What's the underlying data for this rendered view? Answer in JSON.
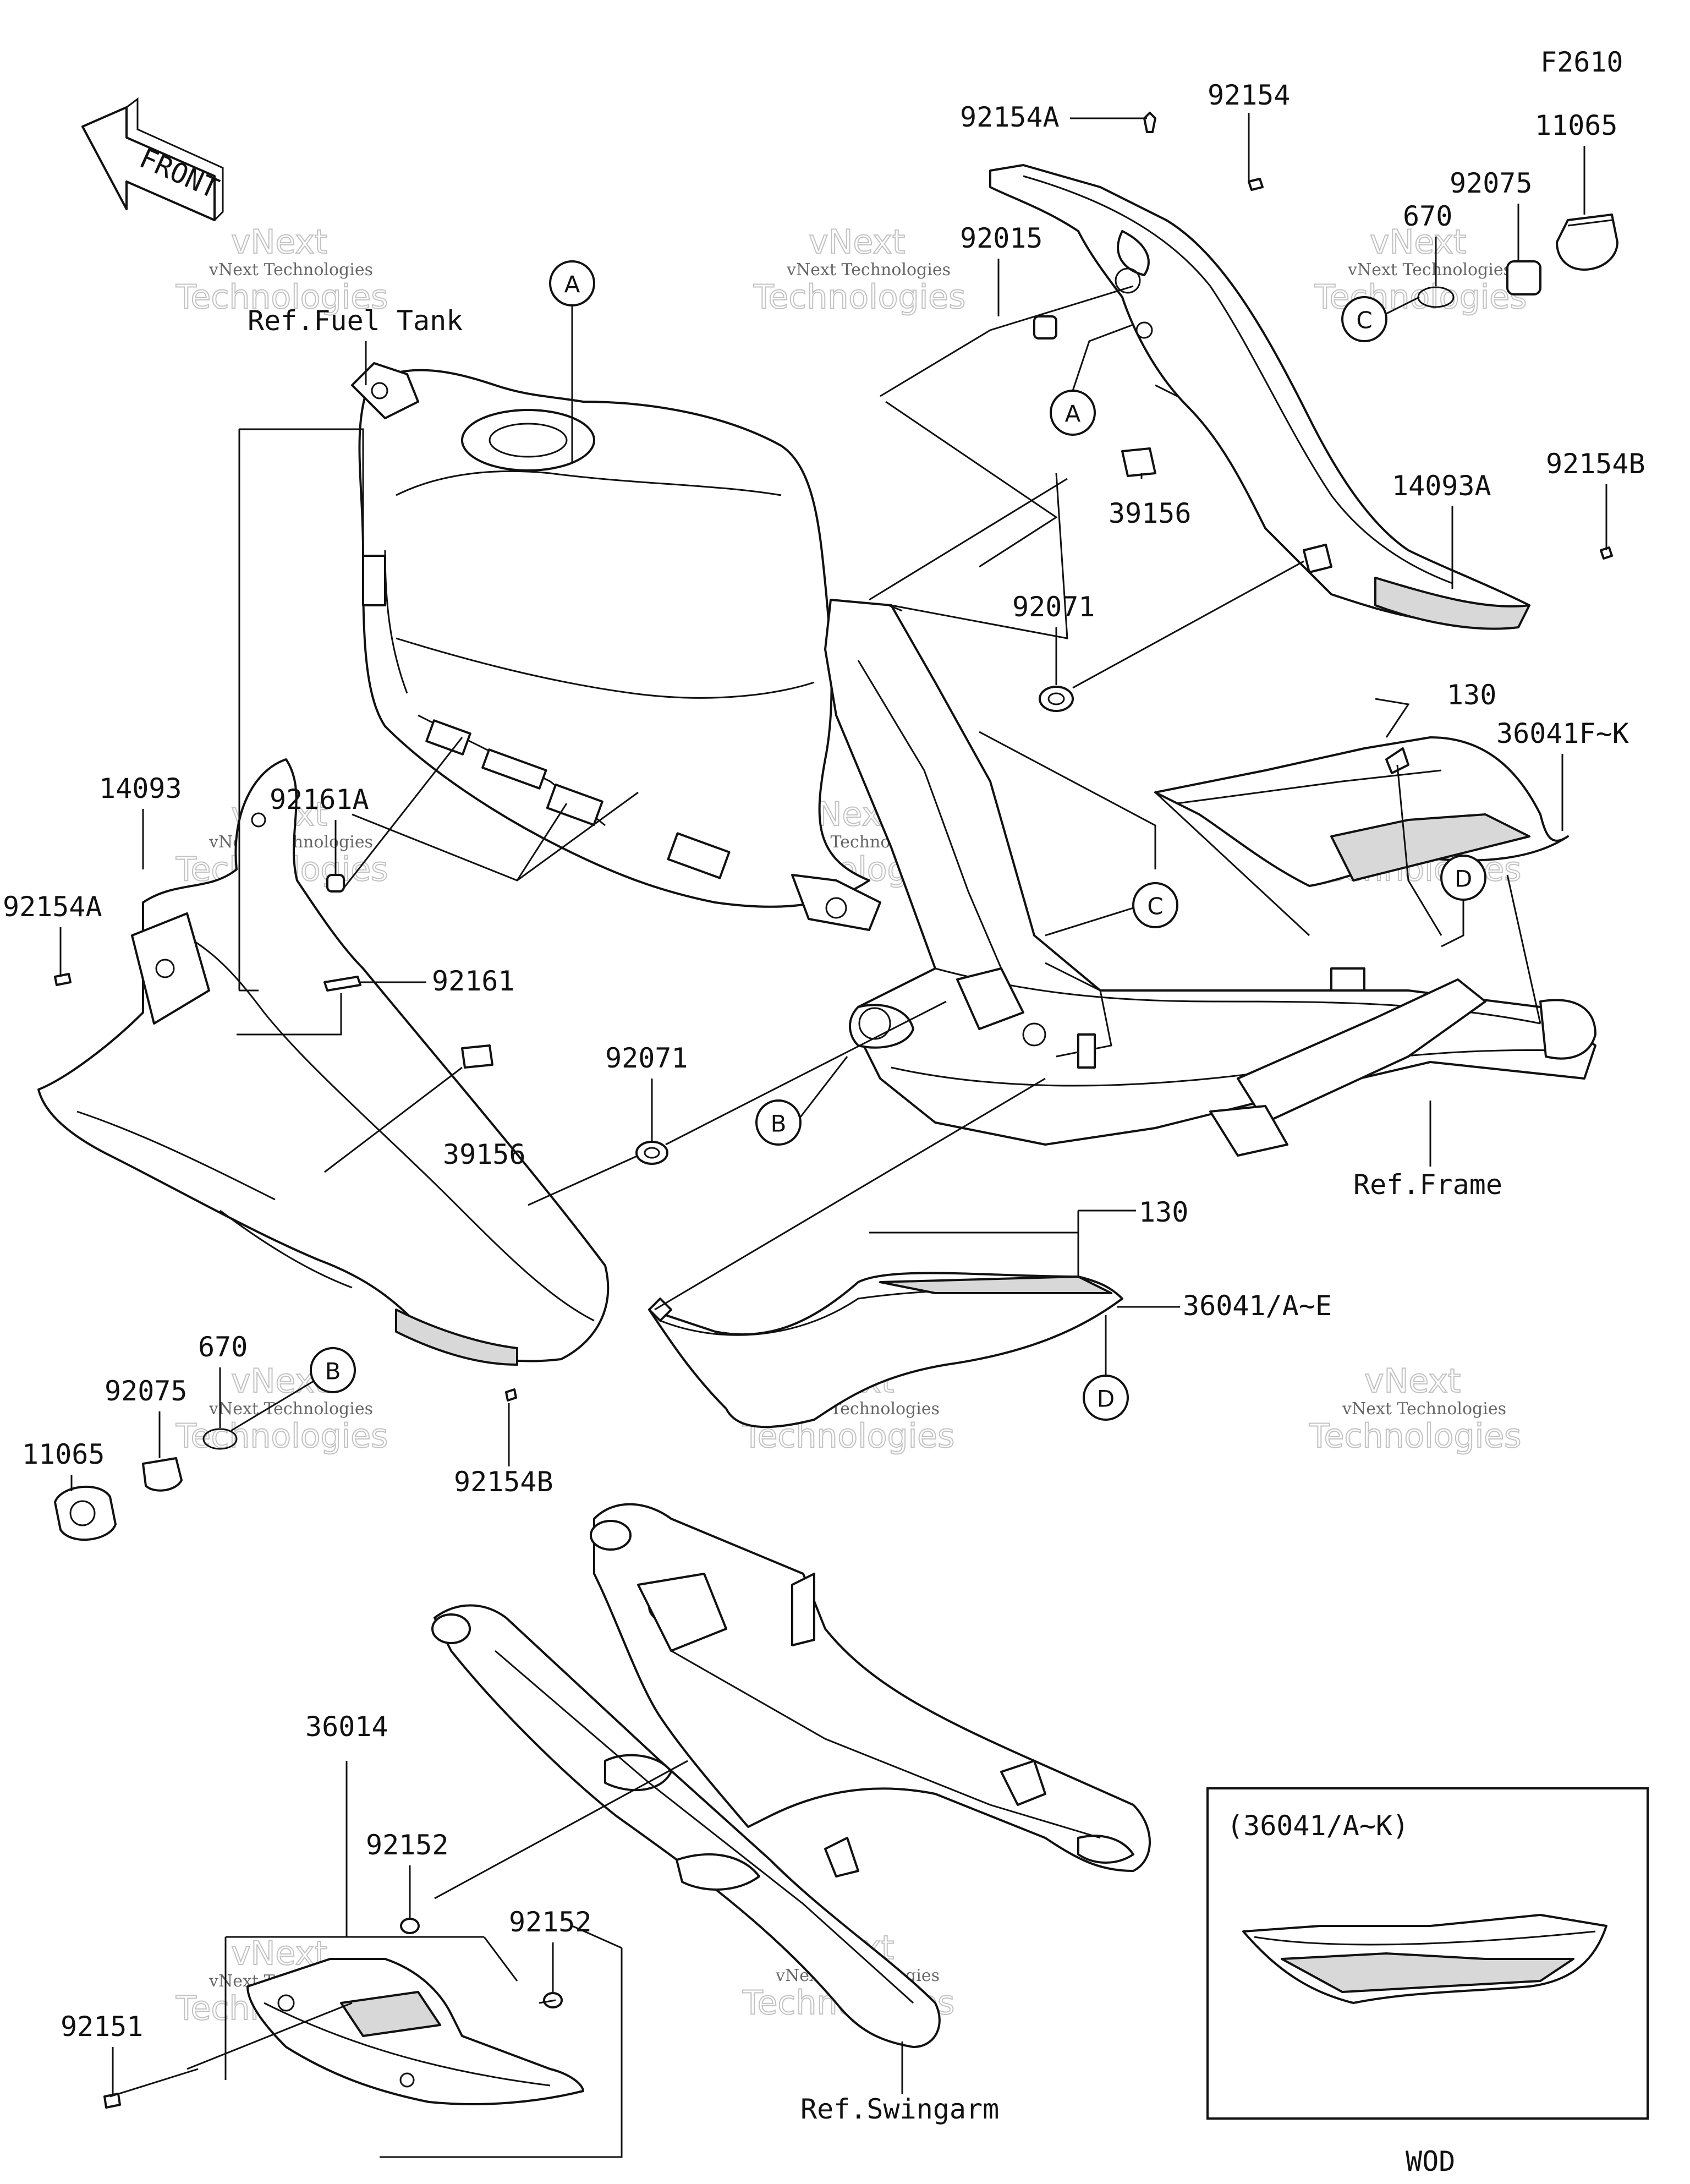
{
  "figure_code": "F2610",
  "front_arrow_label": "FRONT",
  "refs": {
    "fuel_tank": "Ref.Fuel Tank",
    "frame": "Ref.Frame",
    "swingarm": "Ref.Swingarm"
  },
  "callouts": {
    "a1": "A",
    "a2": "A",
    "b1": "B",
    "b2": "B",
    "c1": "C",
    "c2": "C",
    "d1": "D",
    "d2": "D"
  },
  "parts": {
    "p92154A_top": "92154A",
    "p92154_top": "92154",
    "p11065_right": "11065",
    "p92075_right": "92075",
    "p670_right": "670",
    "p92015": "92015",
    "p39156_right": "39156",
    "p14093A": "14093A",
    "p92154B_right": "92154B",
    "p92071_upper": "92071",
    "p130_upper": "130",
    "p36041FK": "36041F~K",
    "p14093": "14093",
    "p92161A": "92161A",
    "p92154A_left": "92154A",
    "p92161": "92161",
    "p39156_left": "39156",
    "p92071_lower": "92071",
    "p130_lower": "130",
    "p36041AE": "36041/A~E",
    "p670_left": "670",
    "p92075_left": "92075",
    "p11065_left": "11065",
    "p92154B_left": "92154B",
    "p36014": "36014",
    "p92152_a": "92152",
    "p92152_b": "92152",
    "p92151": "92151"
  },
  "inset": {
    "title": "(36041/A~K)",
    "caption": "WOD"
  },
  "watermark": {
    "company": "vNext Technologies",
    "stamp_top": "vNext",
    "stamp_bottom": "Technologies"
  },
  "colors": {
    "line": "#111111",
    "background": "#ffffff",
    "shade": "#d8d8d8",
    "watermark": "#bbbbbb"
  }
}
